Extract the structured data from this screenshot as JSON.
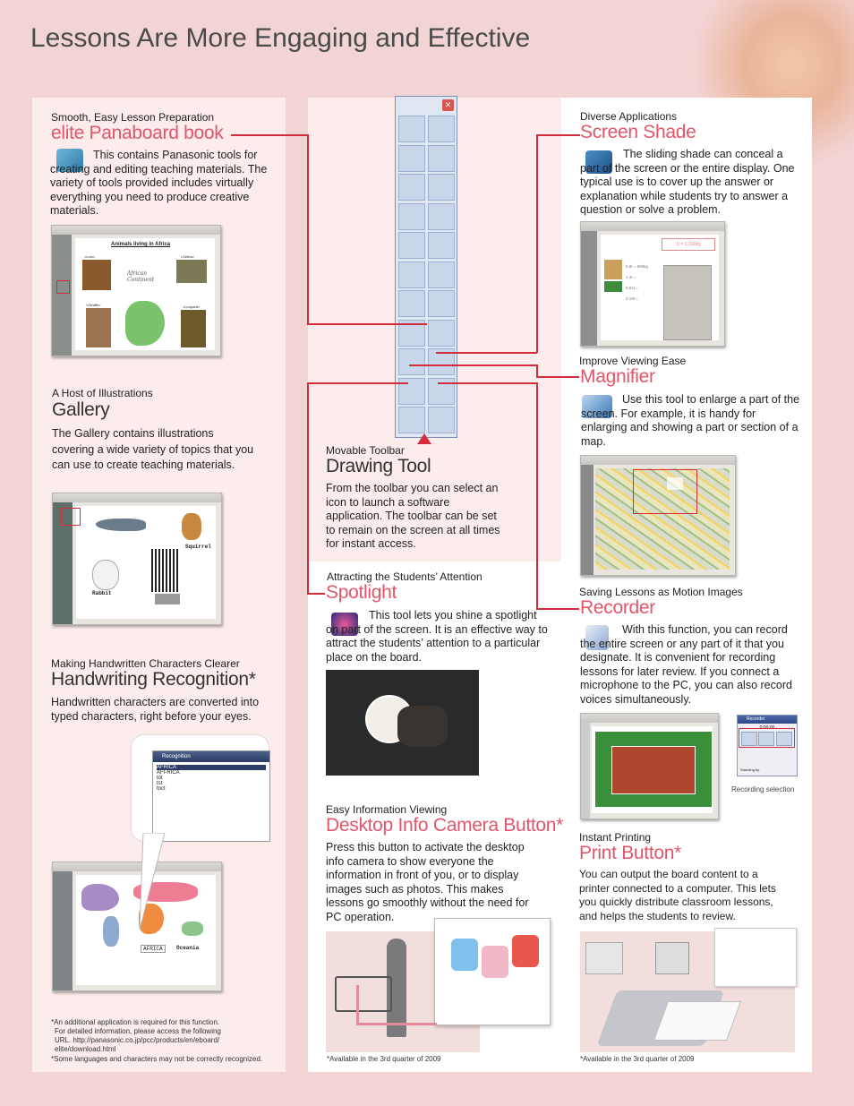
{
  "page": {
    "title": "Lessons Are More Engaging and Effective"
  },
  "colors": {
    "accent": "#e2566a",
    "background": "#f3d4d4",
    "panel": "#fcecec",
    "connector": "#d22c3d"
  },
  "sections": {
    "book": {
      "kicker": "Smooth, Easy Lesson Preparation",
      "heading": "elite Panaboard book",
      "text": "This contains Panasonic tools for creating and editing teaching materials. The variety of tools provided includes virtually everything you need to produce creative materials.",
      "icon": "book-icon",
      "shot": {
        "title": "Animals living in Africa",
        "label_lion": "<Lion>",
        "label_zebra": "<Zebra>",
        "label_giraffe": "<Giraffe>",
        "label_leopard": "<Leopard>",
        "handwriting": "African Continent"
      }
    },
    "gallery": {
      "kicker": "A Host of Illustrations",
      "heading": "Gallery",
      "text": "The Gallery contains illustrations covering a wide variety of topics that you can use to create teaching materials.",
      "shot": {
        "label_squirrel": "Squirrel",
        "label_rabbit": "Rabbit"
      }
    },
    "handwriting": {
      "kicker": "Making Handwritten Characters Clearer",
      "heading": "Handwriting Recognition*",
      "text": "Handwritten characters are converted into typed characters, right before your eyes.",
      "popup": {
        "title": "Recognition",
        "items": [
          "AFRICA",
          "AFI-RICA",
          "tot",
          "tst",
          "tnct"
        ]
      },
      "shot": {
        "label_africa": "AFRICA",
        "label_oceania": "Oceania"
      }
    },
    "drawing": {
      "kicker": "Movable Toolbar",
      "heading": "Drawing Tool",
      "text": "From the toolbar you can select an icon to launch a software application. The toolbar can be set to remain on the screen at all times for instant access."
    },
    "spotlight": {
      "kicker": "Attracting the Students’ Attention",
      "heading": "Spotlight",
      "text": "This tool lets you shine a spotlight on part of the screen. It is an effective way to attract the students’ attention to a particular place on the board.",
      "icon": "spotlight-icon"
    },
    "camera": {
      "kicker": "Easy Information Viewing",
      "heading": "Desktop Info Camera Button*",
      "text": "Press this button to activate the desktop info camera to show everyone the information in front of you, or to display images such as photos. This makes lessons go smoothly without the need for PC operation."
    },
    "shade": {
      "kicker": "Diverse Applications",
      "heading": "Screen Shade",
      "text": "The sliding shade can conceal a part of the screen or the entire display. One typical use is to cover up the answer or explanation while students try to answer a question or solve a problem.",
      "icon": "screen-shade-icon",
      "shot": {
        "formula": "1t = 1,000kg",
        "rows": [
          "0.9t = 900kg",
          "1.4t =",
          "0.01t =",
          "0.19t ="
        ]
      }
    },
    "magnifier": {
      "kicker": "Improve Viewing Ease",
      "heading": "Magnifier",
      "text": "Use this tool to enlarge a part of the screen. For example, it is handy for enlarging and showing a part or section of a map.",
      "icon": "magnifier-icon"
    },
    "recorder": {
      "kicker": "Saving Lessons as Motion Images",
      "heading": "Recorder",
      "text": "With this function, you can record the entire screen or any part of it that you designate. It is convenient for recording lessons for later review. If you connect a microphone to the PC, you can also record voices simultaneously.",
      "icon": "recorder-icon",
      "dialog": {
        "title": "Recorder",
        "time": "0:00:00",
        "status": "Standing by."
      },
      "caption": "Recording selection"
    },
    "print": {
      "kicker": "Instant Printing",
      "heading": "Print Button*",
      "text": "You can output the board content to a printer connected to a computer. This lets you quickly distribute classroom lessons, and helps the students to review."
    }
  },
  "footnotes": {
    "left_1": "*An additional application is required for this function.",
    "left_2": "For detailed information, please access the following",
    "left_3": "URL. http://panasonic.co.jp/pcc/products/en/eboard/",
    "left_4": "elite/download.html",
    "left_5": "*Some languages and characters may not be correctly recognized.",
    "middle": "*Available in the 3rd quarter of 2009",
    "right": "*Available in the 3rd quarter of 2009"
  },
  "toolbar": {
    "close_glyph": "✕",
    "icons": [
      "pointer-icon",
      "eraser-icon",
      "pen-black-icon",
      "pen-red-icon",
      "pen-blue-icon",
      "pen-green-icon",
      "undo-icon",
      "redo-icon",
      "screen-capture-icon",
      "whiteboard-icon",
      "tools-icon",
      "blank-page-icon",
      "camera-icon",
      "powerpoint-icon",
      "print-icon",
      "recorder-icon",
      "shade-icon",
      "magnifier-icon",
      "spotlight-icon",
      "gallery-icon",
      "switch-icon",
      "collapse-icon"
    ]
  }
}
